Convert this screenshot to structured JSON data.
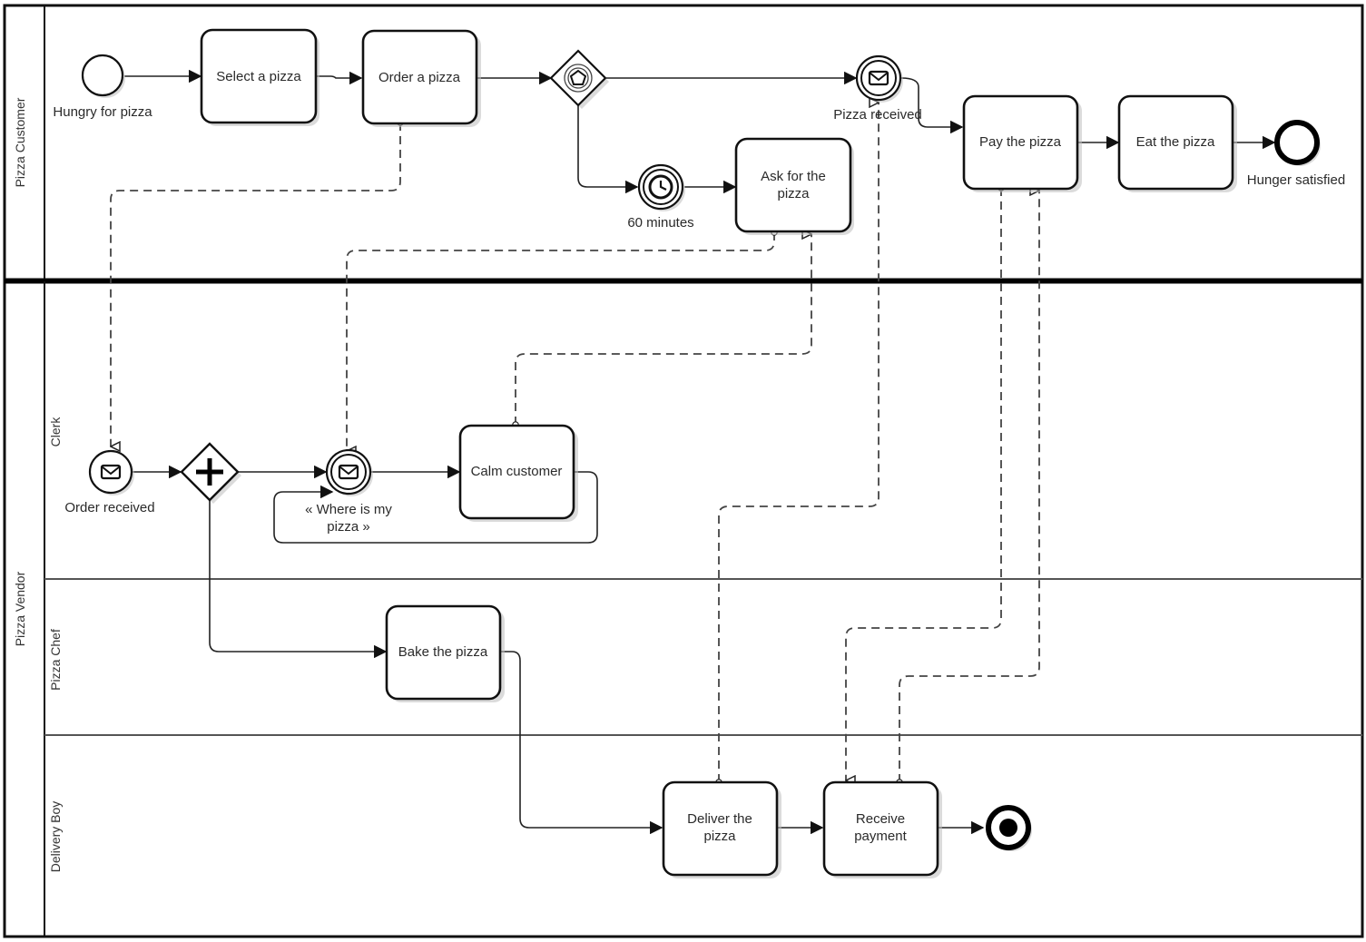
{
  "diagram": {
    "type": "BPMN collaboration",
    "pools": [
      {
        "id": "customer",
        "label": "Pizza Customer",
        "lanes": []
      },
      {
        "id": "vendor",
        "label": "Pizza Vendor",
        "lanes": [
          {
            "id": "clerk",
            "label": "Clerk"
          },
          {
            "id": "chef",
            "label": "Pizza Chef"
          },
          {
            "id": "delivery",
            "label": "Delivery Boy"
          }
        ]
      }
    ],
    "nodes": {
      "hungry": {
        "kind": "start-event",
        "label": "Hungry for pizza"
      },
      "select": {
        "kind": "task",
        "label": "Select a pizza"
      },
      "order": {
        "kind": "task",
        "label": "Order a pizza"
      },
      "gateway_event": {
        "kind": "event-based-gateway",
        "label": ""
      },
      "pizza_received": {
        "kind": "intermediate-message-catch",
        "label": "Pizza received"
      },
      "timer": {
        "kind": "intermediate-timer",
        "label": "60 minutes"
      },
      "ask": {
        "kind": "task",
        "label_lines": [
          "Ask for the",
          "pizza"
        ]
      },
      "pay": {
        "kind": "task",
        "label": "Pay the pizza"
      },
      "eat": {
        "kind": "task",
        "label": "Eat the pizza"
      },
      "hunger_satisfied": {
        "kind": "end-event",
        "label": "Hunger satisfied"
      },
      "order_received": {
        "kind": "message-start-event",
        "label": "Order received"
      },
      "parallel": {
        "kind": "parallel-gateway",
        "label": ""
      },
      "where_pizza": {
        "kind": "intermediate-message-catch",
        "label_lines": [
          "« Where is my",
          "pizza »"
        ]
      },
      "calm": {
        "kind": "task",
        "label": "Calm customer"
      },
      "bake": {
        "kind": "task",
        "label": "Bake the pizza"
      },
      "deliver": {
        "kind": "task",
        "label_lines": [
          "Deliver the",
          "pizza"
        ]
      },
      "receive_payment": {
        "kind": "task",
        "label_lines": [
          "Receive",
          "payment"
        ]
      },
      "vendor_end": {
        "kind": "terminate-end-event",
        "label": ""
      }
    },
    "sequence_flows": [
      [
        "hungry",
        "select"
      ],
      [
        "select",
        "order"
      ],
      [
        "order",
        "gateway_event"
      ],
      [
        "gateway_event",
        "pizza_received"
      ],
      [
        "gateway_event",
        "timer"
      ],
      [
        "timer",
        "ask"
      ],
      [
        "pizza_received",
        "pay"
      ],
      [
        "pay",
        "eat"
      ],
      [
        "eat",
        "hunger_satisfied"
      ],
      [
        "order_received",
        "parallel"
      ],
      [
        "parallel",
        "where_pizza"
      ],
      [
        "where_pizza",
        "calm"
      ],
      [
        "calm",
        "where_pizza"
      ],
      [
        "parallel",
        "bake"
      ],
      [
        "bake",
        "deliver"
      ],
      [
        "deliver",
        "receive_payment"
      ],
      [
        "receive_payment",
        "vendor_end"
      ]
    ],
    "message_flows": [
      [
        "order",
        "order_received"
      ],
      [
        "ask",
        "where_pizza"
      ],
      [
        "calm",
        "ask"
      ],
      [
        "deliver",
        "pizza_received"
      ],
      [
        "pay",
        "receive_payment"
      ],
      [
        "receive_payment",
        "pay"
      ]
    ]
  }
}
